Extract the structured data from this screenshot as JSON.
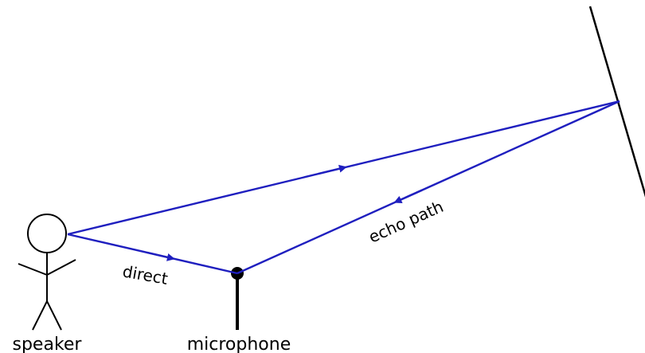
{
  "title": "Echo path diagram",
  "labels": {
    "speaker": "speaker",
    "microphone": "microphone",
    "direct": "direct",
    "echo": "echo path"
  },
  "colors": {
    "ray": "#1f1fbf",
    "ink": "#000000",
    "background": "#ffffff"
  }
}
